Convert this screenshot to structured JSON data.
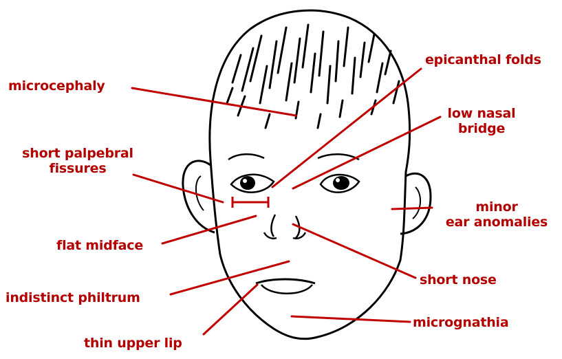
{
  "colors": {
    "label": "#b30000",
    "leader": "#c00000",
    "ink": "#000000"
  },
  "labels": {
    "microcephaly": "microcephaly",
    "epicanthal_folds": "epicanthal folds",
    "low_nasal_line1": "low nasal",
    "low_nasal_line2": "bridge",
    "short_palpebral_line1": "short palpebral",
    "short_palpebral_line2": "fissures",
    "minor_ear_line1": "minor",
    "minor_ear_line2": "ear anomalies",
    "flat_midface": "flat midface",
    "short_nose": "short nose",
    "indistinct_philtrum": "indistinct philtrum",
    "micrognathia": "micrognathia",
    "thin_upper_lip": "thin upper lip"
  }
}
